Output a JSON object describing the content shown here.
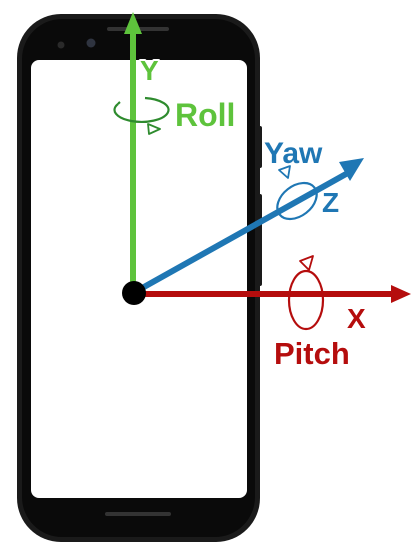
{
  "axes": {
    "y": {
      "label": "Y",
      "rotation_label": "Roll",
      "color": "#5ec33c"
    },
    "z": {
      "label": "Z",
      "rotation_label": "Yaw",
      "color": "#1f77b4"
    },
    "x": {
      "label": "X",
      "rotation_label": "Pitch",
      "color": "#b50d0d"
    }
  },
  "phone": {
    "body_color": "#1a1a1a",
    "screen_color": "#ffffff"
  },
  "origin_color": "#000000"
}
